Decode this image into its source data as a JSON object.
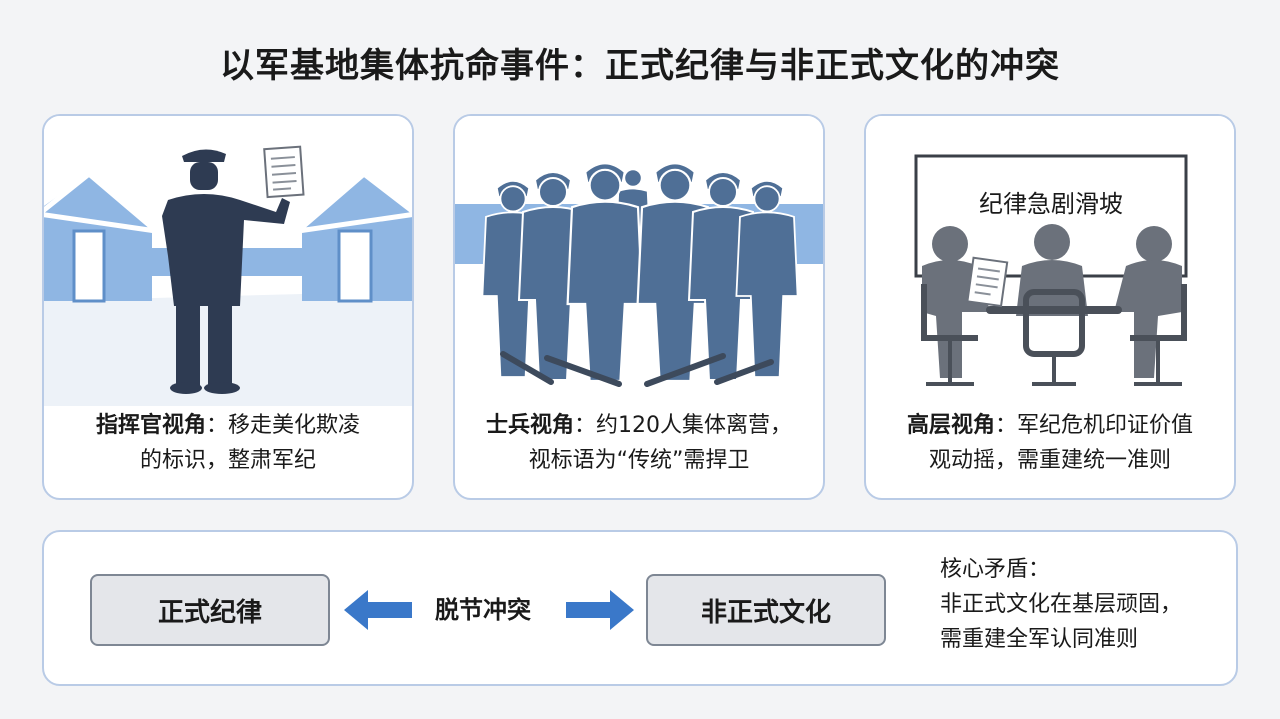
{
  "title": "以军基地集体抗命事件：正式纪律与非正式文化的冲突",
  "panels": [
    {
      "caption_head": "指挥官视角",
      "caption_line1": "：移走美化欺凌",
      "caption_line2": "的标识，整肃军纪",
      "icon": "commander-with-document-icon"
    },
    {
      "caption_head": "士兵视角",
      "caption_line1": "：约120人集体离营，",
      "caption_line2": "视标语为“传统”需捍卫",
      "icon": "soldier-group-icon"
    },
    {
      "board_text": "纪律急剧滑坡",
      "caption_head": "高层视角",
      "caption_line1": "：军纪危机印证价值",
      "caption_line2": "观动摇，需重建统一准则",
      "icon": "meeting-table-icon"
    }
  ],
  "bottom": {
    "left_box": "正式纪律",
    "middle": "脱节冲突",
    "right_box": "非正式文化",
    "core_line1": "核心矛盾：",
    "core_line2": "非正式文化在基层顽固，",
    "core_line3": "需重建全军认同准则"
  },
  "colors": {
    "accent_blue": "#3a78c9",
    "light_blue": "#8fb6e3",
    "soldier_blue": "#4f6f96",
    "commander_navy": "#2e3b52",
    "meeting_gray": "#6b717b"
  }
}
